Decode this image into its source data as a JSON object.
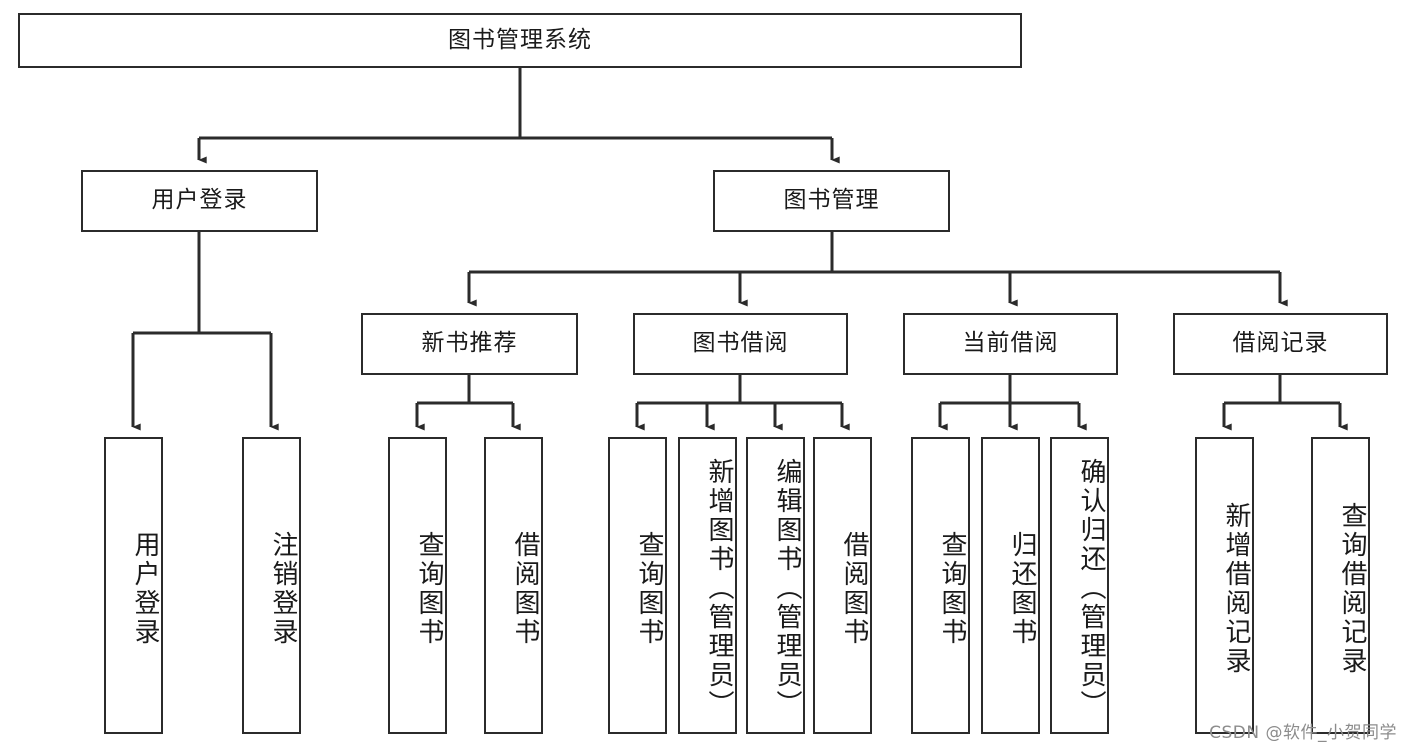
{
  "diagram": {
    "type": "tree-hierarchy",
    "title": "图书管理系统",
    "root": {
      "id": "root",
      "label": "图书管理系统"
    },
    "level2": [
      {
        "id": "user-login",
        "label": "用户登录"
      },
      {
        "id": "book-manage",
        "label": "图书管理"
      }
    ],
    "level3": [
      {
        "id": "new-book-recommend",
        "label": "新书推荐",
        "parent": "book-manage"
      },
      {
        "id": "book-borrow",
        "label": "图书借阅",
        "parent": "book-manage"
      },
      {
        "id": "current-borrow",
        "label": "当前借阅",
        "parent": "book-manage"
      },
      {
        "id": "borrow-record",
        "label": "借阅记录",
        "parent": "book-manage"
      }
    ],
    "leaves": [
      {
        "id": "leaf-user-login",
        "label": "用户登录",
        "parent": "user-login"
      },
      {
        "id": "leaf-user-logout",
        "label": "注销登录",
        "parent": "user-login"
      },
      {
        "id": "leaf-query-book-1",
        "label": "查询图书",
        "parent": "new-book-recommend"
      },
      {
        "id": "leaf-borrow-book-1",
        "label": "借阅图书",
        "parent": "new-book-recommend"
      },
      {
        "id": "leaf-query-book-2",
        "label": "查询图书",
        "parent": "book-borrow"
      },
      {
        "id": "leaf-add-book",
        "label": "新增图书（管理员）",
        "parent": "book-borrow"
      },
      {
        "id": "leaf-edit-book",
        "label": "编辑图书（管理员）",
        "parent": "book-borrow"
      },
      {
        "id": "leaf-borrow-book-2",
        "label": "借阅图书",
        "parent": "book-borrow"
      },
      {
        "id": "leaf-query-book-3",
        "label": "查询图书",
        "parent": "current-borrow"
      },
      {
        "id": "leaf-return-book",
        "label": "归还图书",
        "parent": "current-borrow"
      },
      {
        "id": "leaf-confirm-return",
        "label": "确认归还（管理员）",
        "parent": "current-borrow"
      },
      {
        "id": "leaf-add-record",
        "label": "新增借阅记录",
        "parent": "borrow-record"
      },
      {
        "id": "leaf-query-record",
        "label": "查询借阅记录",
        "parent": "borrow-record"
      }
    ],
    "colors": {
      "background": "#ffffff",
      "border": "#2b2b2b",
      "text": "#1a1a1a",
      "edge": "#2b2b2b",
      "watermark": "#8c8c8c"
    }
  },
  "watermark": {
    "text": "CSDN @软件_小贺同学"
  }
}
